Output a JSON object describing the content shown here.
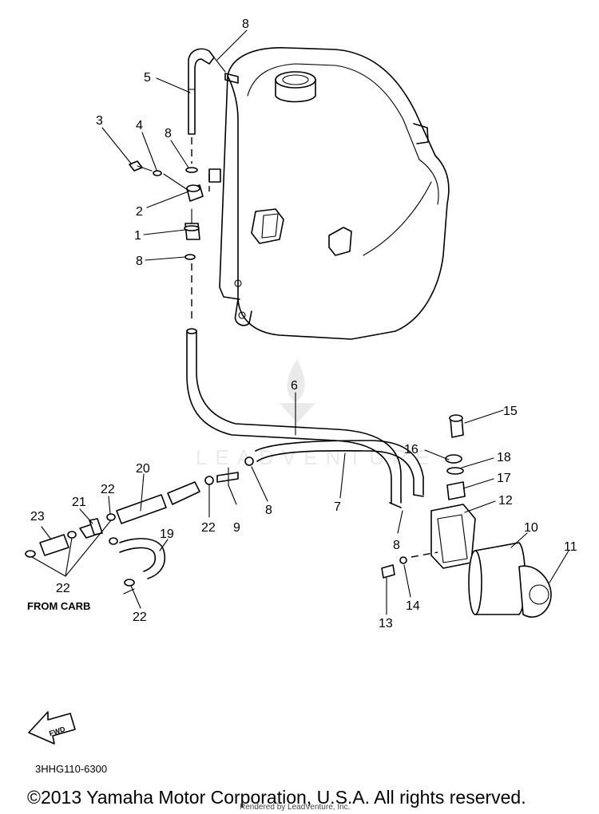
{
  "callouts": [
    {
      "id": "1",
      "label": "1"
    },
    {
      "id": "2",
      "label": "2"
    },
    {
      "id": "3",
      "label": "3"
    },
    {
      "id": "4",
      "label": "4"
    },
    {
      "id": "5",
      "label": "5"
    },
    {
      "id": "6",
      "label": "6"
    },
    {
      "id": "7",
      "label": "7"
    },
    {
      "id": "8",
      "label": "8"
    },
    {
      "id": "9",
      "label": "9"
    },
    {
      "id": "10",
      "label": "10"
    },
    {
      "id": "11",
      "label": "11"
    },
    {
      "id": "12",
      "label": "12"
    },
    {
      "id": "13",
      "label": "13"
    },
    {
      "id": "14",
      "label": "14"
    },
    {
      "id": "15",
      "label": "15"
    },
    {
      "id": "16",
      "label": "16"
    },
    {
      "id": "17",
      "label": "17"
    },
    {
      "id": "18",
      "label": "18"
    },
    {
      "id": "19",
      "label": "19"
    },
    {
      "id": "20",
      "label": "20"
    },
    {
      "id": "21",
      "label": "21"
    },
    {
      "id": "22",
      "label": "22"
    },
    {
      "id": "23",
      "label": "23"
    }
  ],
  "notes": {
    "from_carb": "FROM CARB",
    "ref_code": "3HHG110-6300",
    "copyright": "©2013 Yamaha Motor Corporation, U.S.A. All rights reserved.",
    "rendered_by": "Rendered by LeadVenture, Inc."
  },
  "icons": {
    "fwd_arrow": "fwd-arrow-icon",
    "fwd_text": "FWD",
    "watermark": "leadventure-watermark-logo"
  }
}
